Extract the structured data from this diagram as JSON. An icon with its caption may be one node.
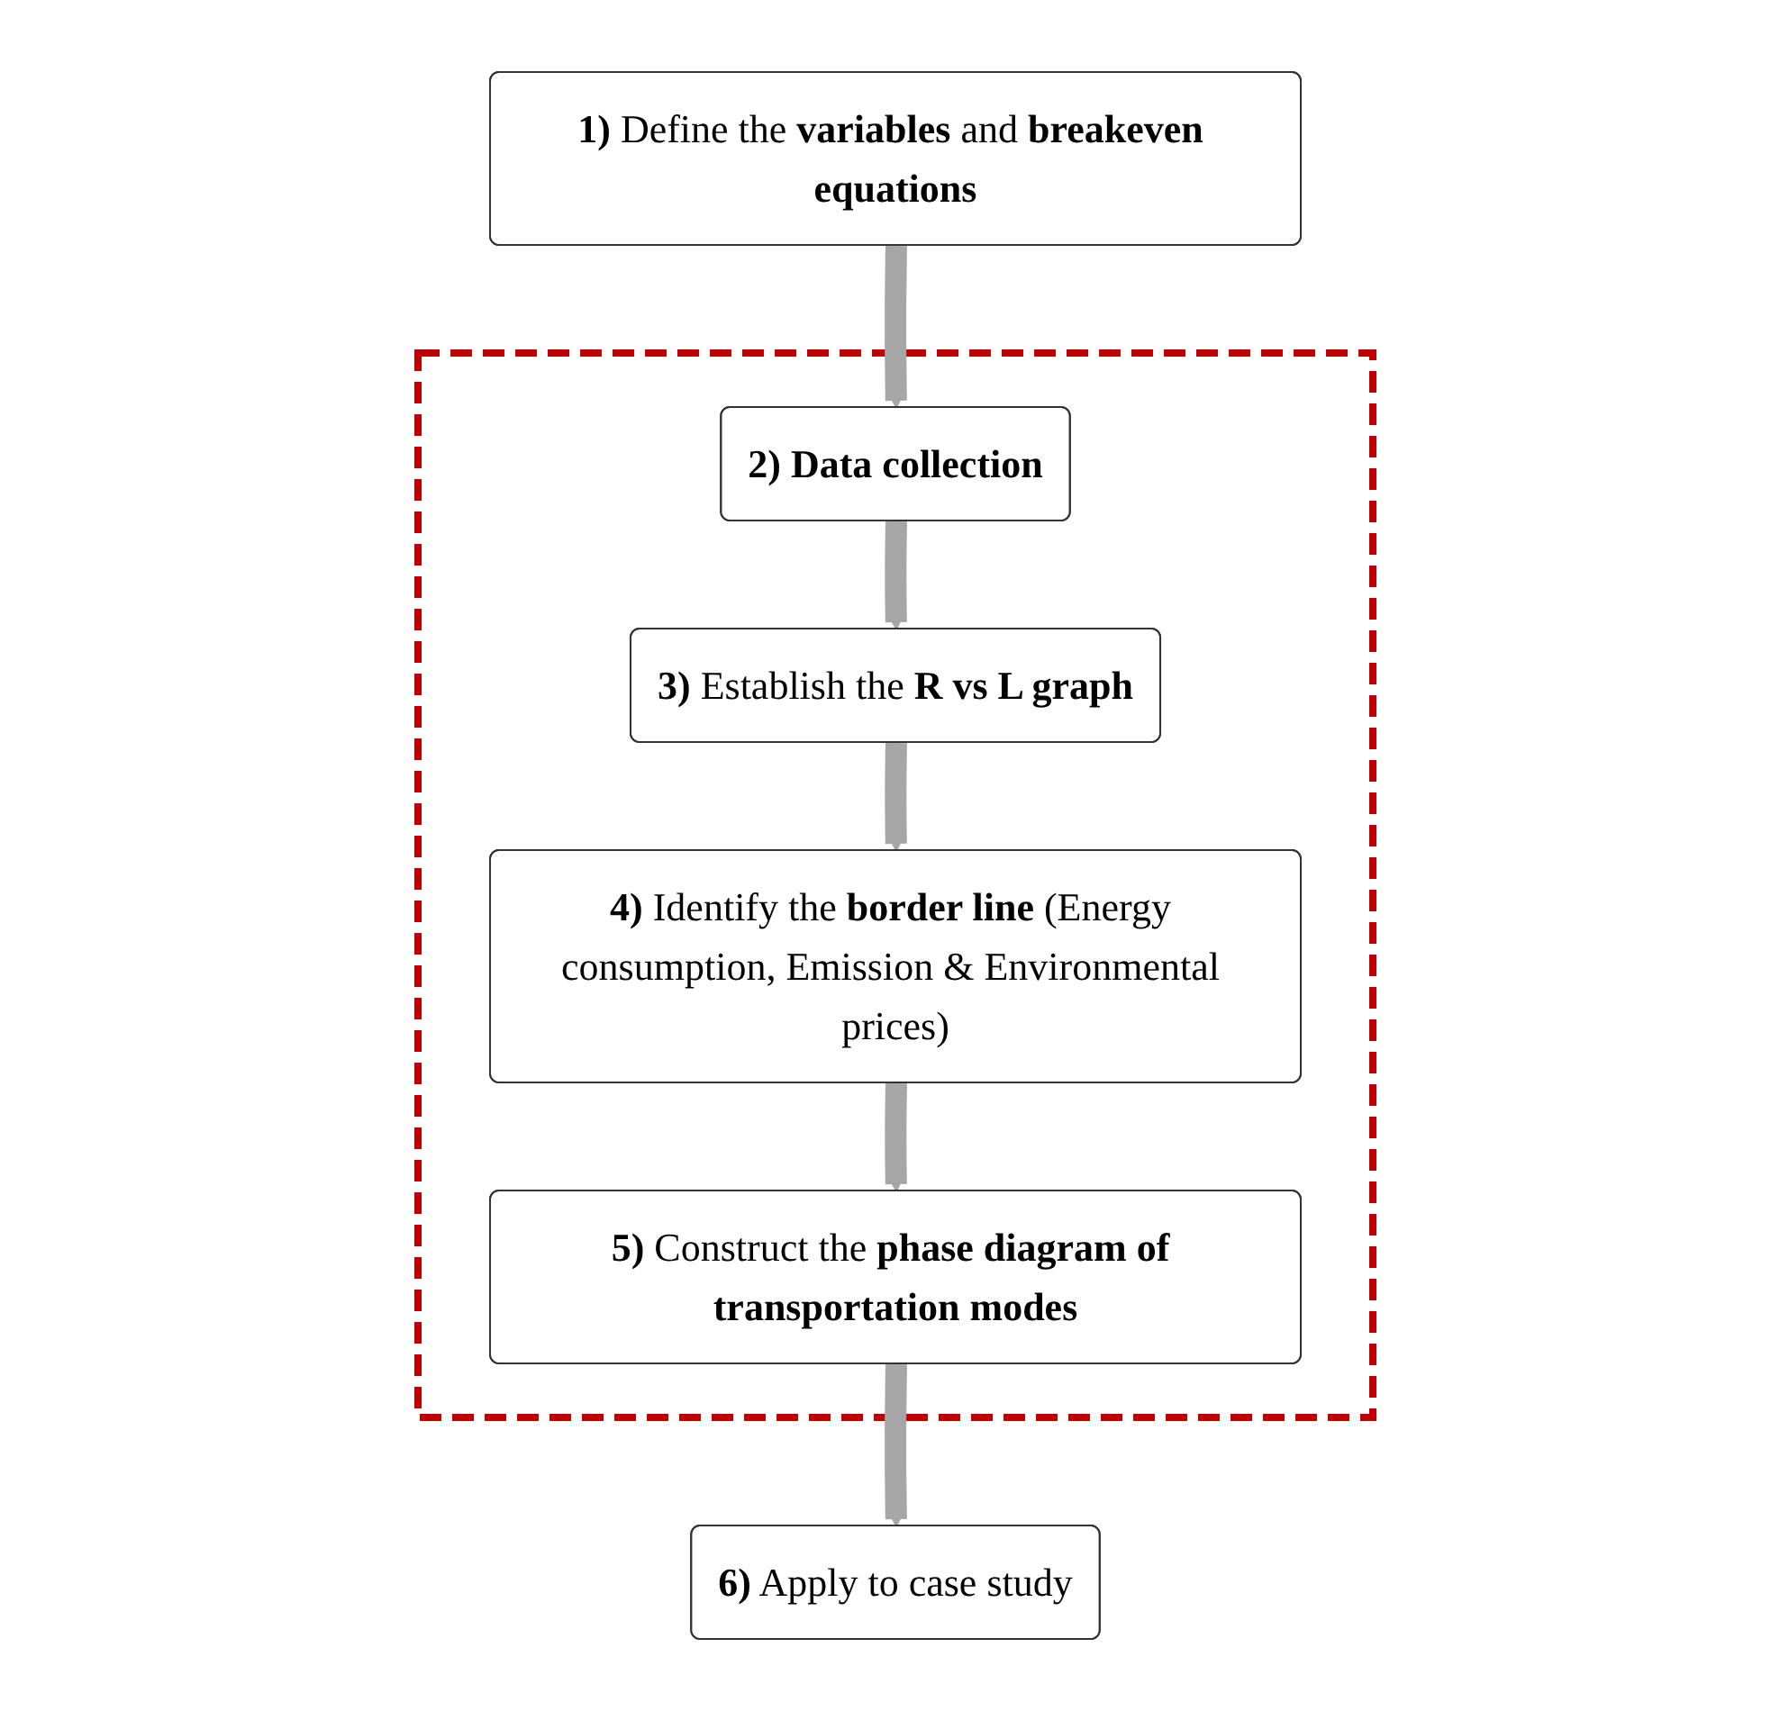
{
  "diagram": {
    "nodes": [
      {
        "text": [],
        "shape": "box"
      },
      {
        "text": [
          "**1)** Define the **variables** and **breakeven equations**"
        ]
      },
      {
        "text": [
          "**2) Data collection**"
        ],
        "in": 0
      },
      {
        "text": [
          "**3)** Establish the **R vs L graph**"
        ],
        "in": 0
      },
      {
        "text": [
          "**4)** Identify the **border line** (Energy consumption, Emission & Environmental prices)"
        ],
        "in": 0
      },
      {
        "text": [
          "**5)** Construct the **phase diagram of transportation modes**"
        ],
        "in": 0
      },
      {
        "text": [
          "**6)** Apply to case study"
        ]
      }
    ],
    "edges": [
      {
        "from": 1,
        "to": 2,
        "arrow": "to"
      },
      {
        "from": 2,
        "to": 3,
        "arrow": "to"
      },
      {
        "from": 3,
        "to": 4,
        "arrow": "to"
      },
      {
        "from": 4,
        "to": 5,
        "arrow": "to"
      },
      {
        "from": 5,
        "to": 6,
        "arrow": "to"
      }
    ]
  }
}
